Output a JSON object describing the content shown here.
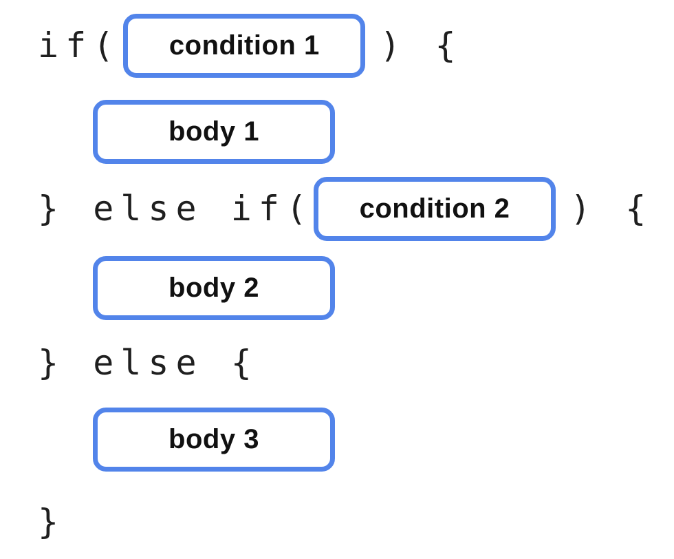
{
  "diagram": {
    "rows": [
      {
        "name": "if-line",
        "pre": "if(",
        "box_label": "condition 1",
        "post": ") {"
      },
      {
        "name": "body1",
        "box_label": "body 1"
      },
      {
        "name": "else-if-line",
        "pre": "} else if(",
        "box_label": "condition 2",
        "post": ") {"
      },
      {
        "name": "body2",
        "box_label": "body 2"
      },
      {
        "name": "else-line",
        "text": "} else {"
      },
      {
        "name": "body3",
        "box_label": "body 3"
      },
      {
        "name": "closing-brace",
        "text": "}"
      }
    ]
  },
  "colors": {
    "box_border": "#5284EA",
    "box_background": "#ffffff",
    "code_text": "#1f1f1f",
    "label_text": "#111111"
  }
}
